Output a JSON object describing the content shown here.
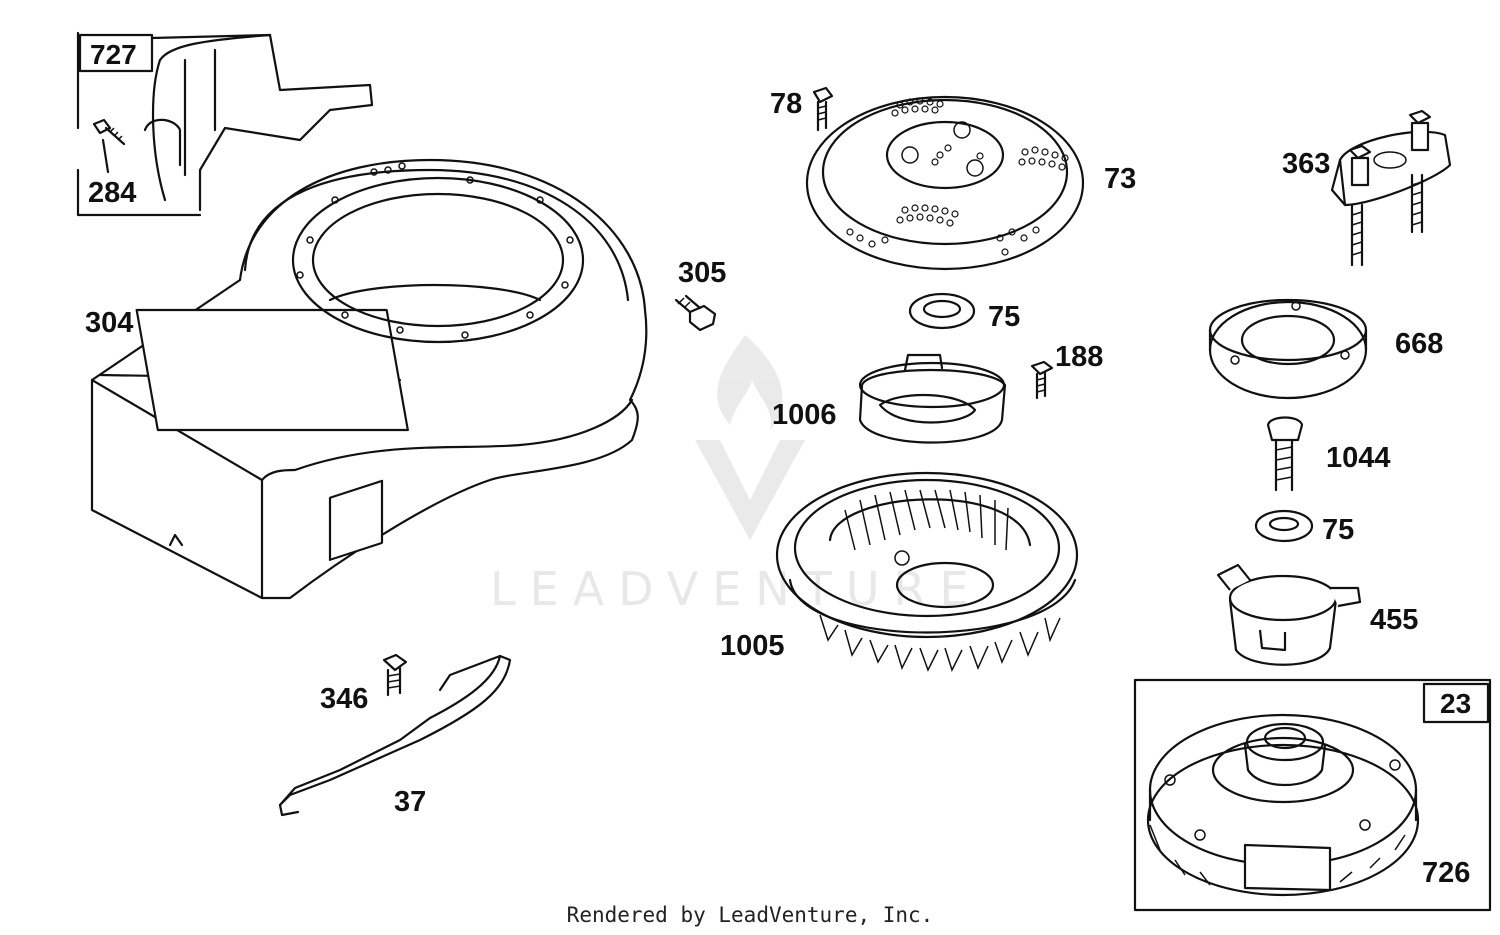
{
  "diagram": {
    "labels": {
      "p727": "727",
      "p284": "284",
      "p304": "304",
      "p305": "305",
      "p78": "78",
      "p73": "73",
      "p75a": "75",
      "p188": "188",
      "p1006": "1006",
      "p1005": "1005",
      "p363": "363",
      "p668": "668",
      "p1044": "1044",
      "p75b": "75",
      "p455": "455",
      "p23": "23",
      "p726": "726",
      "p346": "346",
      "p37": "37"
    },
    "watermark": "LEADVENTURE",
    "footer": "Rendered by LeadVenture, Inc."
  },
  "colors": {
    "line": "#111111",
    "background": "#ffffff",
    "watermark": "#e3e3e3"
  }
}
